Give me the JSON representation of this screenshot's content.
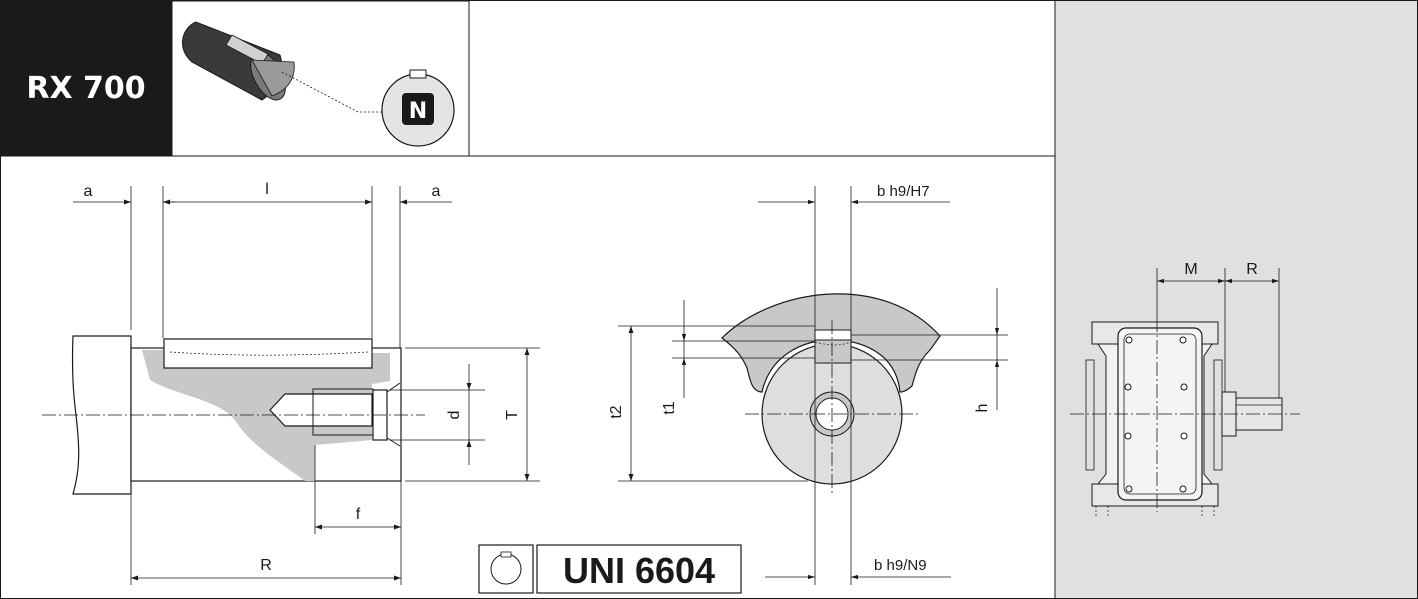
{
  "header": {
    "model": "RX 700",
    "shaft_code": "N"
  },
  "standard": {
    "label": "UNI 6604"
  },
  "side_view": {
    "dim_a_left": "a",
    "dim_l": "l",
    "dim_a_right": "a",
    "dim_d": "d",
    "dim_T": "T",
    "dim_f": "f",
    "dim_R": "R"
  },
  "section_view": {
    "dim_b_top": "b h9/H7",
    "dim_t2": "t2",
    "dim_t1": "t1",
    "dim_h": "h",
    "dim_b_bottom": "b h9/N9"
  },
  "reducer_view": {
    "dim_M": "M",
    "dim_R": "R"
  },
  "colors": {
    "header_bg": "#1a1a1a",
    "side_panel_bg": "#e0e0e0",
    "part_fill": "#c8c8c8"
  }
}
